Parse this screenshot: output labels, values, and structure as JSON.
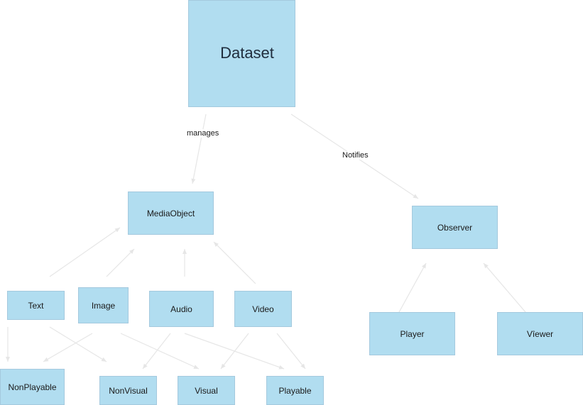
{
  "diagram": {
    "nodes": {
      "dataset": "Dataset",
      "mediaobject": "MediaObject",
      "observer": "Observer",
      "text": "Text",
      "image": "Image",
      "audio": "Audio",
      "video": "Video",
      "player": "Player",
      "viewer": "Vîewer",
      "nonplayable": "NonPlayable",
      "nonvisual": "NonVisual",
      "visual": "Visual",
      "playable": "Playable"
    },
    "edge_labels": {
      "manages": "manages",
      "notifies": "Notifies"
    },
    "edges": [
      {
        "from": "dataset",
        "to": "mediaobject",
        "label": "manages"
      },
      {
        "from": "dataset",
        "to": "observer",
        "label": "notifies"
      },
      {
        "from": "text",
        "to": "mediaobject"
      },
      {
        "from": "image",
        "to": "mediaobject"
      },
      {
        "from": "audio",
        "to": "mediaobject"
      },
      {
        "from": "video",
        "to": "mediaobject"
      },
      {
        "from": "player",
        "to": "observer"
      },
      {
        "from": "viewer",
        "to": "observer"
      },
      {
        "from": "text",
        "to": "nonplayable"
      },
      {
        "from": "text",
        "to": "nonvisual"
      },
      {
        "from": "image",
        "to": "nonplayable"
      },
      {
        "from": "image",
        "to": "visual"
      },
      {
        "from": "audio",
        "to": "nonvisual"
      },
      {
        "from": "audio",
        "to": "playable"
      },
      {
        "from": "video",
        "to": "visual"
      },
      {
        "from": "video",
        "to": "playable"
      }
    ],
    "colors": {
      "node_fill": "#b1ddf0",
      "node_border": "#a4c9de",
      "edge": "#e6e6e6"
    }
  }
}
